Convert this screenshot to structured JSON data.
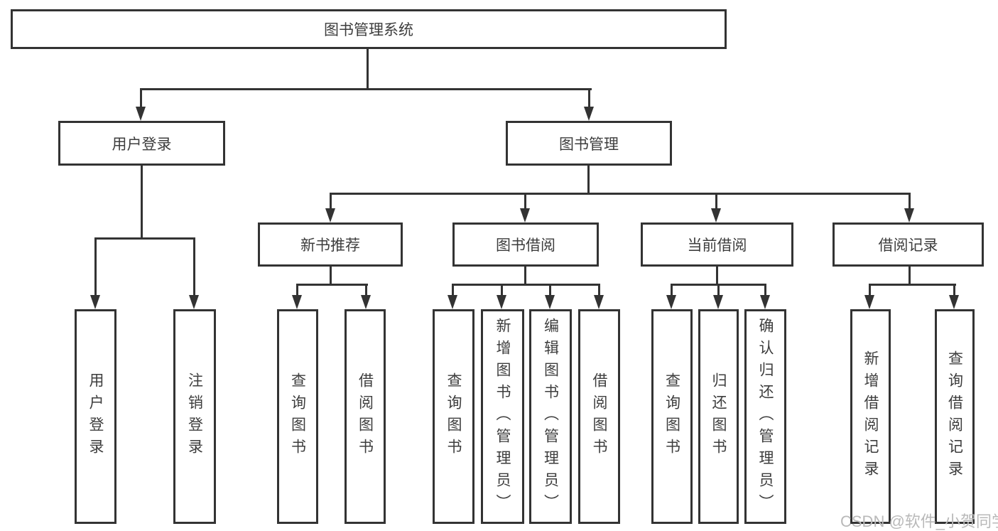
{
  "diagram": {
    "root_label": "图书管理系统",
    "branches": [
      {
        "label": "用户登录",
        "children": [
          {
            "label": "用户登录"
          },
          {
            "label": "注销登录"
          }
        ]
      },
      {
        "label": "图书管理",
        "children": [
          {
            "label": "新书推荐",
            "children": [
              {
                "label": "查询图书"
              },
              {
                "label": "借阅图书"
              }
            ]
          },
          {
            "label": "图书借阅",
            "children": [
              {
                "label": "查询图书"
              },
              {
                "label": "新增图书（管理员）"
              },
              {
                "label": "编辑图书（管理员）"
              },
              {
                "label": "借阅图书"
              }
            ]
          },
          {
            "label": "当前借阅",
            "children": [
              {
                "label": "查询图书"
              },
              {
                "label": "归还图书"
              },
              {
                "label": "确认归还（管理员）"
              }
            ]
          },
          {
            "label": "借阅记录",
            "children": [
              {
                "label": "新增借阅记录"
              },
              {
                "label": "查询借阅记录"
              }
            ]
          }
        ]
      }
    ]
  },
  "watermark": {
    "text": "CSDN @软件_小贺同学"
  },
  "colors": {
    "line": "#333333",
    "text": "#3d3d3d",
    "watermark": "#b9b9b9",
    "background": "#ffffff"
  }
}
